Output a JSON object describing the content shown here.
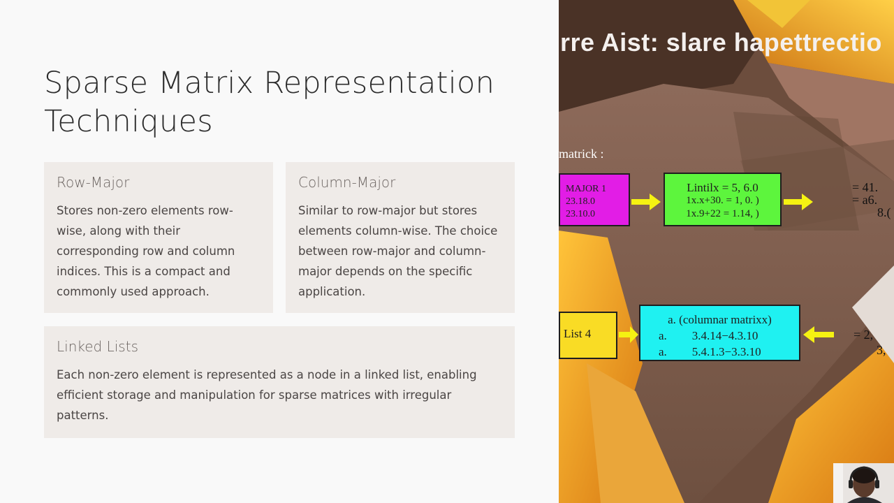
{
  "slide": {
    "title_line1": "Sparse Matrix Representation",
    "title_line2": "Techniques",
    "cards": [
      {
        "title": "Row-Major",
        "body": "Stores non-zero elements row-wise, along with their corresponding row and column indices. This is a compact and commonly used approach."
      },
      {
        "title": "Column-Major",
        "body": "Similar to row-major but stores elements column-wise. The choice between row-major and column-major depends on the specific application."
      },
      {
        "title": "Linked Lists",
        "body": "Each non-zero element is represented as a node in a linked list, enabling efficient storage and manipulation for sparse matrices with irregular patterns."
      }
    ]
  },
  "image": {
    "heading": "rre Aist: slare hapettrectio",
    "sublabel": "matrick :",
    "magenta_box": [
      "MAJOR 1",
      "23.18.0",
      "23.10.0"
    ],
    "green_box": [
      "Lintilx = 5, 6.0",
      "1x.x+30. = 1, 0. )",
      "1x.9+22 = 1.14, )"
    ],
    "right_top_values": [
      "=  41.",
      "=  a6.",
      "8.("
    ],
    "yellow_box": "List 4",
    "cyan_box": [
      "a. (columnar matrixx)",
      "a.",
      "3.4.14−4.3.10",
      "a.",
      "5.4.1.3−3.3.10"
    ],
    "right_bottom_values": [
      "=  2,",
      "3,"
    ],
    "colors": {
      "magenta": "#e21de6",
      "green": "#5df53d",
      "yellow": "#f9dc25",
      "cyan": "#1ff1f1",
      "arrow": "#f5f212"
    }
  }
}
